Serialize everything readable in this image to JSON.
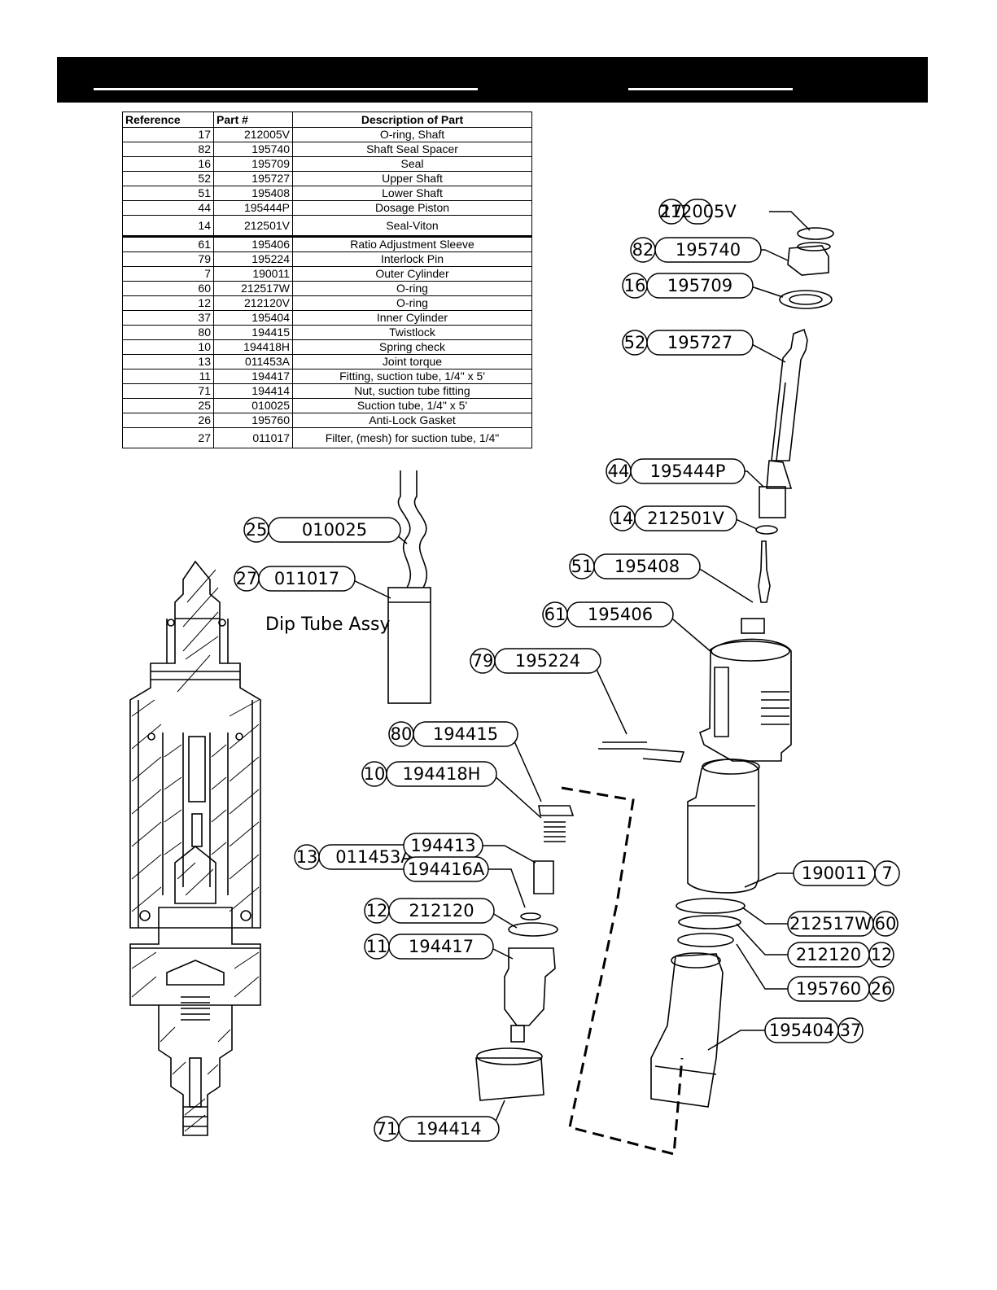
{
  "table": {
    "headers": {
      "reference": "Reference",
      "part": "Part #",
      "description": "Description of Part"
    },
    "rows": [
      {
        "ref": "17",
        "part": "212005V",
        "desc": "O-ring, Shaft"
      },
      {
        "ref": "82",
        "part": "195740",
        "desc": "Shaft Seal Spacer"
      },
      {
        "ref": "16",
        "part": "195709",
        "desc": "Seal"
      },
      {
        "ref": "52",
        "part": "195727",
        "desc": "Upper Shaft"
      },
      {
        "ref": "51",
        "part": "195408",
        "desc": "Lower Shaft"
      },
      {
        "ref": "44",
        "part": "195444P",
        "desc": "Dosage Piston"
      },
      {
        "ref": "14",
        "part": "212501V",
        "desc": "Seal-Viton"
      },
      {
        "ref": "61",
        "part": "195406",
        "desc": "Ratio Adjustment Sleeve"
      },
      {
        "ref": "79",
        "part": "195224",
        "desc": "Interlock Pin"
      },
      {
        "ref": "7",
        "part": "190011",
        "desc": "Outer Cylinder"
      },
      {
        "ref": "60",
        "part": "212517W",
        "desc": "O-ring"
      },
      {
        "ref": "12",
        "part": "212120V",
        "desc": "O-ring"
      },
      {
        "ref": "37",
        "part": "195404",
        "desc": "Inner Cylinder"
      },
      {
        "ref": "80",
        "part": "194415",
        "desc": "Twistlock"
      },
      {
        "ref": "10",
        "part": "194418H",
        "desc": "Spring check"
      },
      {
        "ref": "13",
        "part": "011453A",
        "desc": "Joint torque"
      },
      {
        "ref": "11",
        "part": "194417",
        "desc": "Fitting, suction tube, 1/4\" x 5'"
      },
      {
        "ref": "71",
        "part": "194414",
        "desc": "Nut, suction tube fitting"
      },
      {
        "ref": "25",
        "part": "010025",
        "desc": "Suction tube, 1/4\" x 5'"
      },
      {
        "ref": "26",
        "part": "195760",
        "desc": "Anti-Lock Gasket"
      },
      {
        "ref": "27",
        "part": "011017",
        "desc": "Filter, (mesh) for suction tube, 1/4\""
      }
    ]
  },
  "dip_tube_label": "Dip Tube Assy",
  "callouts": {
    "c17": {
      "ref": "17",
      "part": "212005V"
    },
    "c82": {
      "ref": "82",
      "part": "195740"
    },
    "c16": {
      "ref": "16",
      "part": "195709"
    },
    "c52": {
      "ref": "52",
      "part": "195727"
    },
    "c44": {
      "ref": "44",
      "part": "195444P"
    },
    "c14": {
      "ref": "14",
      "part": "212501V"
    },
    "c51": {
      "ref": "51",
      "part": "195408"
    },
    "c61": {
      "ref": "61",
      "part": "195406"
    },
    "c79": {
      "ref": "79",
      "part": "195224"
    },
    "c25": {
      "ref": "25",
      "part": "010025"
    },
    "c27": {
      "ref": "27",
      "part": "011017"
    },
    "c80": {
      "ref": "80",
      "part": "194415"
    },
    "c10": {
      "ref": "10",
      "part": "194418H"
    },
    "c13": {
      "ref": "13",
      "part": "011453A"
    },
    "c13a": {
      "part": "194413"
    },
    "c13b": {
      "part": "194416A"
    },
    "c12a": {
      "ref": "12",
      "part": "212120"
    },
    "c11": {
      "ref": "11",
      "part": "194417"
    },
    "c71": {
      "ref": "71",
      "part": "194414"
    },
    "c7": {
      "ref": "7",
      "part": "190011"
    },
    "c60": {
      "ref": "60",
      "part": "212517W"
    },
    "c12b": {
      "ref": "12",
      "part": "212120"
    },
    "c26": {
      "ref": "26",
      "part": "195760"
    },
    "c37": {
      "ref": "37",
      "part": "195404"
    }
  }
}
